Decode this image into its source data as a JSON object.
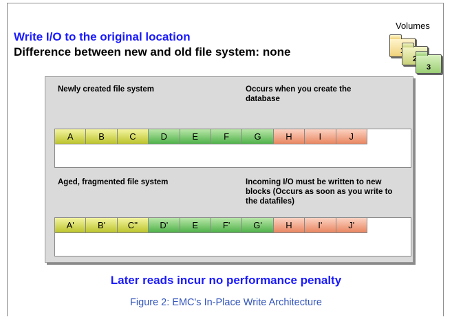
{
  "header": {
    "title": "Write I/O to the original location",
    "subtitle": "Difference between new and old file system: none"
  },
  "volumes": {
    "label": "Volumes",
    "folders": [
      "1",
      "2",
      "3"
    ]
  },
  "top_section": {
    "label_left": "Newly created file system",
    "label_right": "Occurs when you create the database",
    "blocks": [
      {
        "label": "A",
        "color": "yellow"
      },
      {
        "label": "B",
        "color": "yellow"
      },
      {
        "label": "C",
        "color": "yellow"
      },
      {
        "label": "D",
        "color": "green"
      },
      {
        "label": "E",
        "color": "green"
      },
      {
        "label": "F",
        "color": "green"
      },
      {
        "label": "G",
        "color": "green"
      },
      {
        "label": "H",
        "color": "orange"
      },
      {
        "label": "I",
        "color": "orange"
      },
      {
        "label": "J",
        "color": "orange"
      }
    ]
  },
  "bottom_section": {
    "label_left": "Aged, fragmented file system",
    "label_right": "Incoming I/O must be written to new blocks (Occurs as soon as you write to the datafiles)",
    "blocks": [
      {
        "label": "A'",
        "color": "yellow"
      },
      {
        "label": "B'",
        "color": "yellow"
      },
      {
        "label": "C''",
        "color": "yellow"
      },
      {
        "label": "D'",
        "color": "green"
      },
      {
        "label": "E",
        "color": "green"
      },
      {
        "label": "F'",
        "color": "green"
      },
      {
        "label": "G'",
        "color": "green"
      },
      {
        "label": "H",
        "color": "orange"
      },
      {
        "label": "I'",
        "color": "orange"
      },
      {
        "label": "J'",
        "color": "orange"
      }
    ]
  },
  "conclusion": "Later reads incur no performance penalty",
  "caption": "Figure 2: EMC's In-Place Write Architecture",
  "colors": {
    "yellow": "#d6d96a",
    "green": "#7ccb6c",
    "orange": "#f1a98c",
    "title_blue": "#1a1aff",
    "caption_blue": "#3355bb"
  }
}
